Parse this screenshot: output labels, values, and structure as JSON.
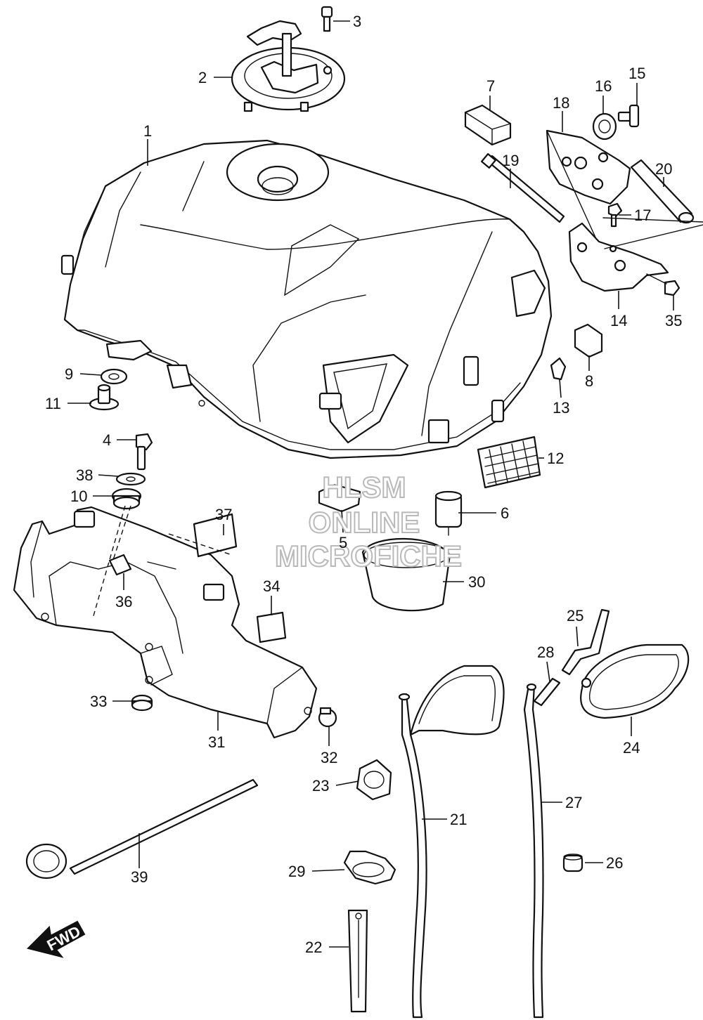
{
  "watermark": {
    "line1": "HLSM",
    "line2": "ONLINE",
    "line3": "MICROFICHE"
  },
  "fwd_label": "FWD",
  "callouts": {
    "c1": "1",
    "c2": "2",
    "c3": "3",
    "c4": "4",
    "c5": "5",
    "c6": "6",
    "c7": "7",
    "c8": "8",
    "c9": "9",
    "c10": "10",
    "c11": "11",
    "c12": "12",
    "c13": "13",
    "c14": "14",
    "c15": "15",
    "c16": "16",
    "c17": "17",
    "c18": "18",
    "c19": "19",
    "c20": "20",
    "c21": "21",
    "c22": "22",
    "c23": "23",
    "c24": "24",
    "c25": "25",
    "c26": "26",
    "c27": "27",
    "c28": "28",
    "c29": "29",
    "c30": "30",
    "c31": "31",
    "c32": "32",
    "c33": "33",
    "c34": "34",
    "c35": "35",
    "c36": "36",
    "c37": "37",
    "c38": "38",
    "c39": "39"
  }
}
